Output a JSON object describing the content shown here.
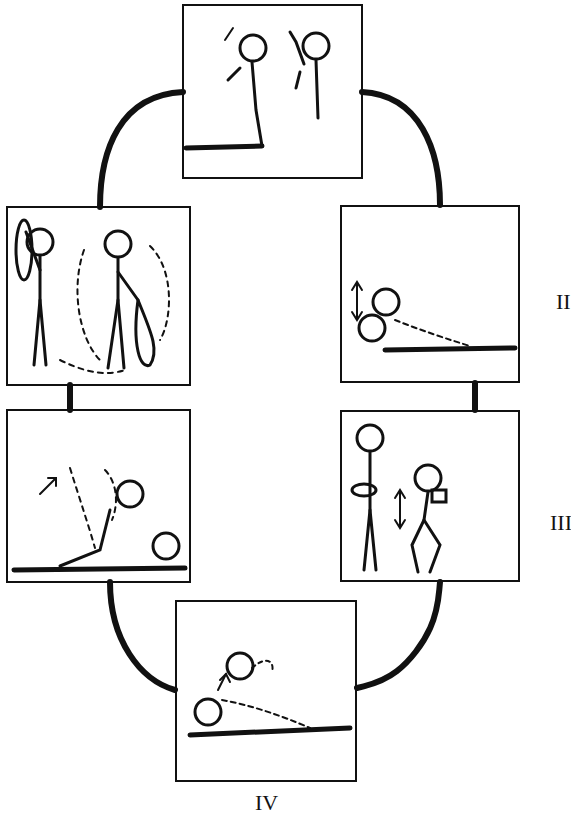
{
  "diagram": {
    "nodes": [
      {
        "text": [
          "II"
        ]
      },
      {
        "text": [
          "III"
        ]
      },
      {
        "text": [
          "IV"
        ]
      }
    ],
    "edges": [
      {
        "from": 0,
        "to": 1,
        "arrow": "none"
      },
      {
        "from": 1,
        "to": 2,
        "arrow": "none"
      }
    ]
  }
}
